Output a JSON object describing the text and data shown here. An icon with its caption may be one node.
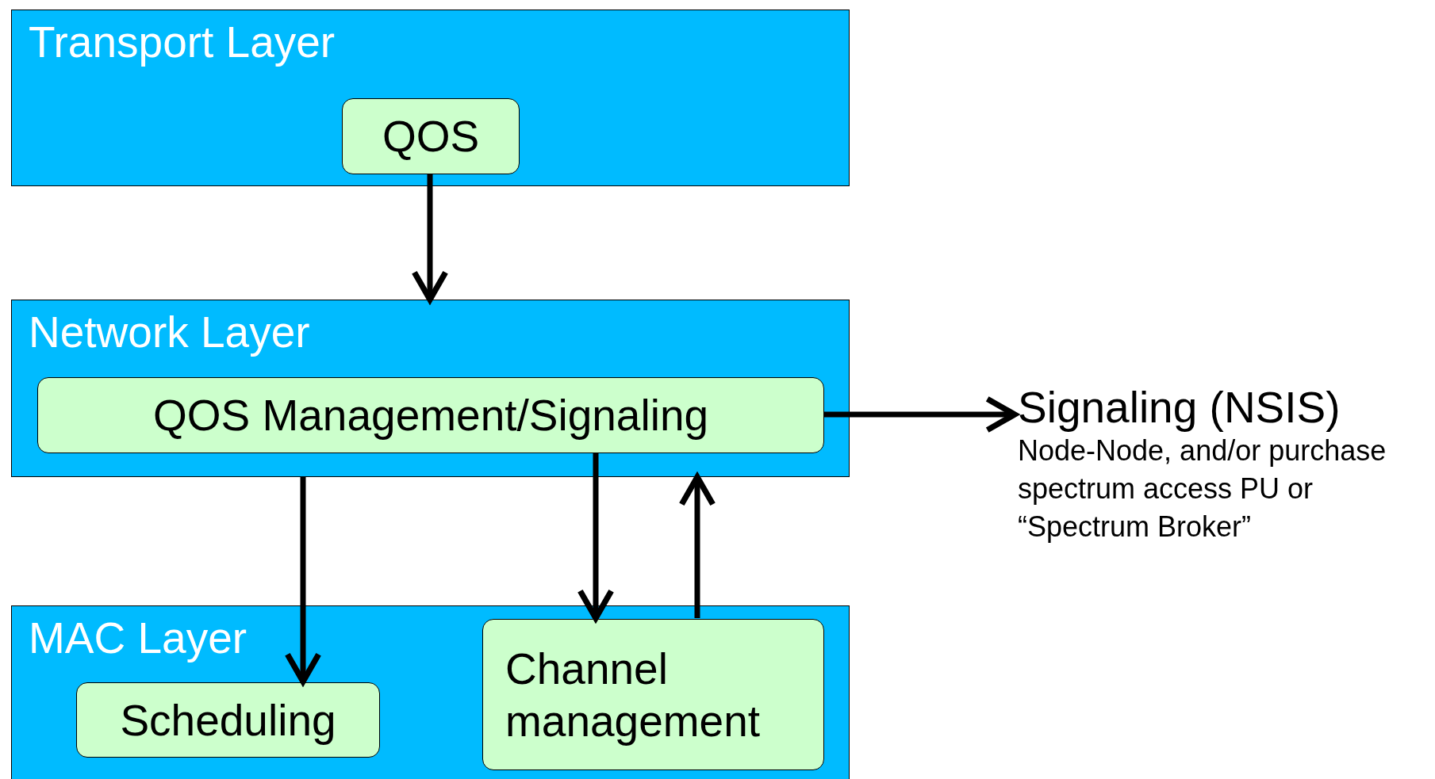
{
  "diagram": {
    "nodes": [
      {
        "text": [
          "Transport Layer"
        ]
      },
      {
        "text": [
          "QOS"
        ],
        "in": 0
      },
      {
        "text": [
          "Network Layer"
        ]
      },
      {
        "text": [
          "QOS Management/Signaling"
        ],
        "in": 2
      },
      {
        "text": [
          "MAC Layer"
        ]
      },
      {
        "text": [
          "Scheduling"
        ],
        "in": 4
      },
      {
        "text": [
          "Channel management"
        ],
        "in": 4
      },
      {
        "text": [
          "Signaling (NSIS)"
        ],
        "beside": [
          "Node-Node, and/or purchase spectrum access PU or “Spectrum Broker”"
        ]
      }
    ],
    "edges": [
      {
        "from": 1,
        "to": 2,
        "arrow": "to"
      },
      {
        "from": 3,
        "to": 7,
        "arrow": "to"
      },
      {
        "from": 2,
        "to": 5,
        "arrow": "to"
      },
      {
        "from": 3,
        "to": 6,
        "arrow": "to"
      },
      {
        "from": 6,
        "to": 2,
        "arrow": "to"
      }
    ]
  }
}
